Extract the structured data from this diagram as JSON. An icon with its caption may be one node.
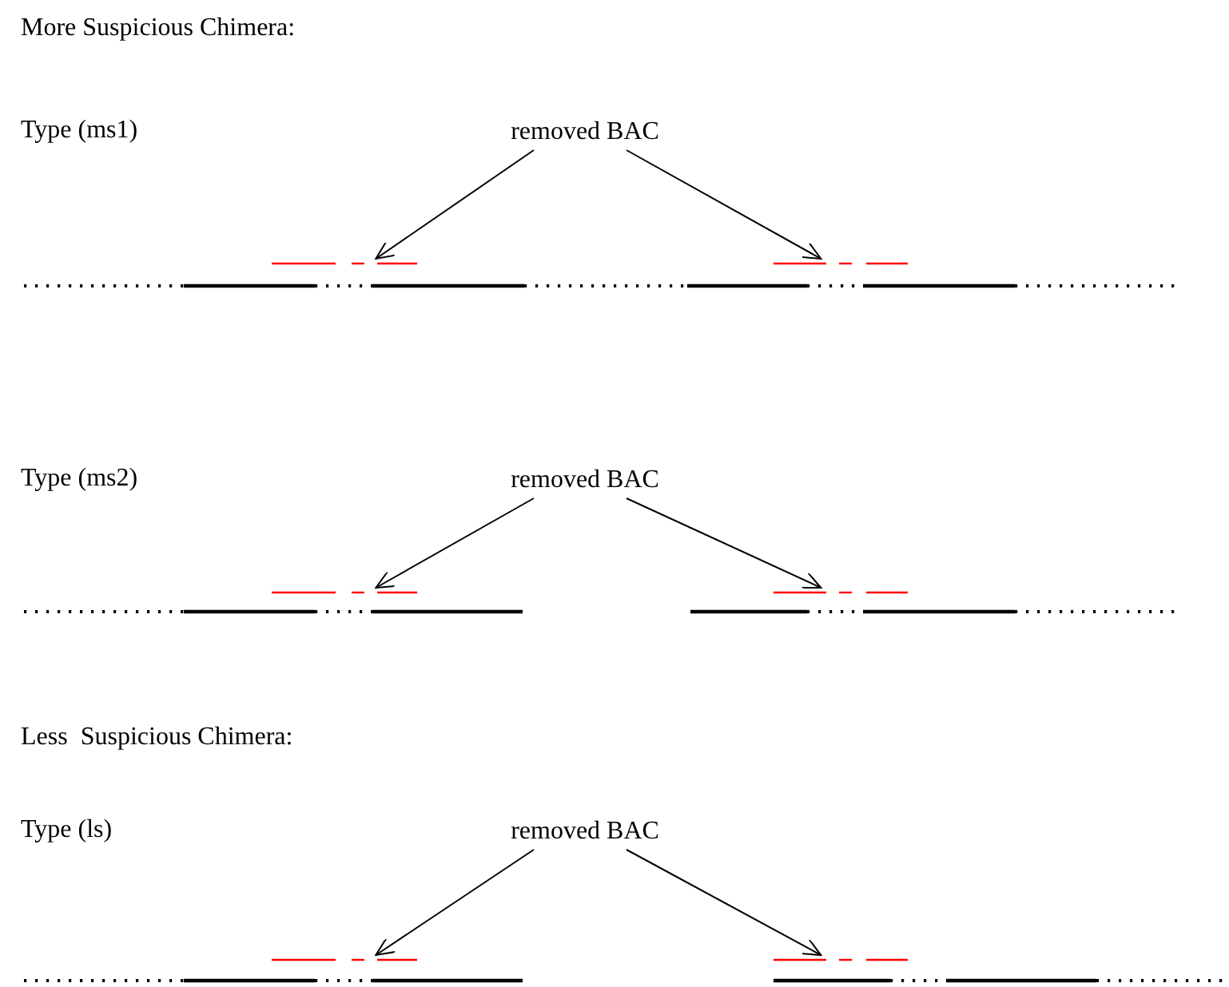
{
  "diagram": {
    "nodes": [
      {
        "text": [
          "removed BAC"
        ]
      },
      {
        "text": [],
        "shape": "bar"
      },
      {
        "text": [],
        "shape": "bar"
      },
      {
        "text": [
          "removed BAC"
        ]
      },
      {
        "text": [],
        "shape": "bar"
      },
      {
        "text": [],
        "shape": "bar"
      },
      {
        "text": [
          "removed BAC"
        ]
      },
      {
        "text": [],
        "shape": "bar"
      },
      {
        "text": [],
        "shape": "bar"
      }
    ],
    "edges": [
      {
        "from": 0,
        "to": 1,
        "arrow": "to"
      },
      {
        "from": 0,
        "to": 2,
        "arrow": "to"
      },
      {
        "from": 3,
        "to": 4,
        "arrow": "to"
      },
      {
        "from": 3,
        "to": 5,
        "arrow": "to"
      },
      {
        "from": 6,
        "to": 7,
        "arrow": "to"
      },
      {
        "from": 6,
        "to": 8,
        "arrow": "to"
      }
    ],
    "labels": [
      "More Suspicious Chimera:",
      "Type (ms1)",
      "Type (ms2)",
      "Less  Suspicious Chimera:",
      "Type (ls)"
    ]
  }
}
